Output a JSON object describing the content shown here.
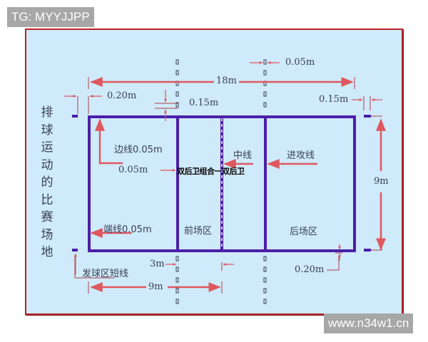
{
  "watermarks": {
    "top_left": "TG: MYYJJPP",
    "bottom_right": "www.n34w1.cn"
  },
  "diagram": {
    "title_vertical": [
      "排",
      "球",
      "运",
      "动",
      "的",
      "比",
      "赛",
      "场",
      "地"
    ],
    "dimensions": {
      "length": "18m",
      "width": "9m",
      "half_length": "9m",
      "attack_zone": "3m",
      "antenna_width": "0.05m",
      "service_mark_gap_left": "0.20m",
      "service_mark_gap_right_bottom": "0.20m",
      "service_mark_length_top": "0.15m",
      "service_mark_length_right": "0.15m",
      "line_width_inner": "0.05m"
    },
    "labels": {
      "sideline": "边线0.05m",
      "endline": "端线0.05m",
      "center_line": "中线",
      "attack_line": "进攻线",
      "front_zone": "前场区",
      "back_zone": "后场区",
      "service_zone_mark": "发球区短线",
      "overlay_text": "双后卫组合一双后卫"
    },
    "colors": {
      "background": "#cfeafa",
      "frame_border": "#b5242b",
      "court_lines": "#4b1fa6",
      "arrows": "#e0585f",
      "text": "#3a3f55"
    }
  }
}
